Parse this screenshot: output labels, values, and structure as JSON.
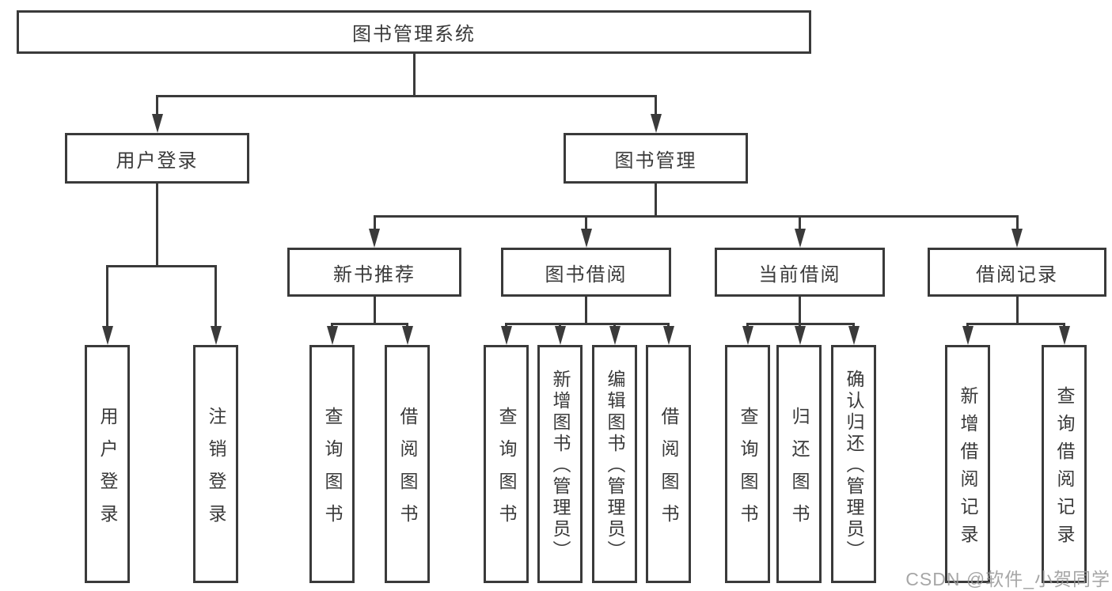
{
  "colors": {
    "line": "#3a3a3a",
    "text": "#3a3a3a",
    "background": "#ffffff",
    "watermark": "#969696"
  },
  "tree": {
    "label": "图书管理系统",
    "children": [
      {
        "label": "用户登录",
        "children": [
          {
            "label": "用户登录"
          },
          {
            "label": "注销登录"
          }
        ]
      },
      {
        "label": "图书管理",
        "children": [
          {
            "label": "新书推荐",
            "children": [
              {
                "label": "查询图书"
              },
              {
                "label": "借阅图书"
              }
            ]
          },
          {
            "label": "图书借阅",
            "children": [
              {
                "label": "查询图书"
              },
              {
                "label": "新增图书（管理员）"
              },
              {
                "label": "编辑图书（管理员）"
              },
              {
                "label": "借阅图书"
              }
            ]
          },
          {
            "label": "当前借阅",
            "children": [
              {
                "label": "查询图书"
              },
              {
                "label": "归还图书"
              },
              {
                "label": "确认归还（管理员）"
              }
            ]
          },
          {
            "label": "借阅记录",
            "children": [
              {
                "label": "新增借阅记录"
              },
              {
                "label": "查询借阅记录"
              }
            ]
          }
        ]
      }
    ]
  },
  "watermark": "CSDN @软件_小贺同学"
}
